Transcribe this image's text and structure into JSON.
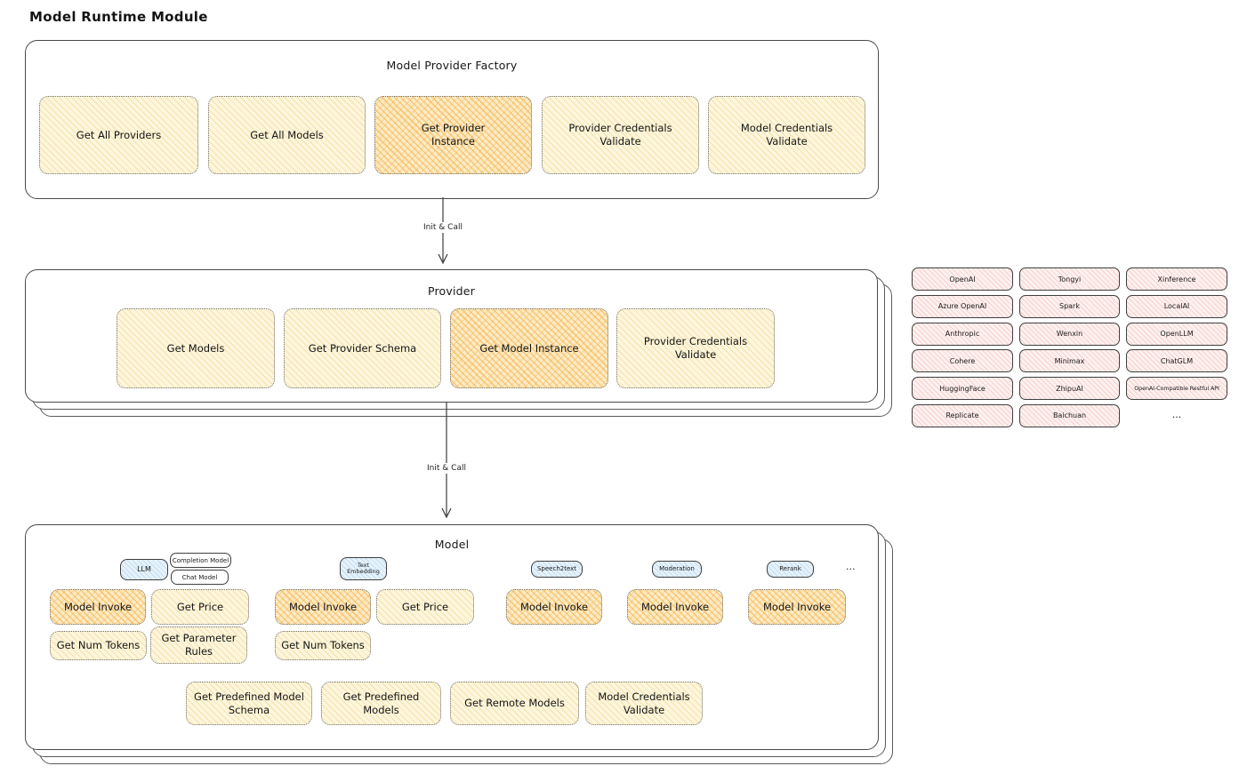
{
  "page": {
    "title": "Model Runtime Module"
  },
  "colors": {
    "node_yellow": "#fdf6dc",
    "node_orange_highlight": "#f9dfa9",
    "provider_pink": "#fdf1f0",
    "tag_blue": "#e6f2fb",
    "outline": "#4a4a4a"
  },
  "factory": {
    "title": "Model Provider Factory",
    "items": [
      {
        "label": "Get All Providers",
        "highlight": false
      },
      {
        "label": "Get All Models",
        "highlight": false
      },
      {
        "label": "Get Provider Instance",
        "highlight": true
      },
      {
        "label": "Provider Credentials Validate",
        "highlight": false
      },
      {
        "label": "Model Credentials Validate",
        "highlight": false
      }
    ]
  },
  "arrows": {
    "factory_to_provider": "Init & Call",
    "provider_to_model": "Init & Call"
  },
  "provider": {
    "title": "Provider",
    "items": [
      {
        "label": "Get Models",
        "highlight": false
      },
      {
        "label": "Get Provider Schema",
        "highlight": false
      },
      {
        "label": "Get Model Instance",
        "highlight": true
      },
      {
        "label": "Provider Credentials Validate",
        "highlight": false
      }
    ]
  },
  "providers": {
    "grid": [
      [
        "OpenAI",
        "Tongyi",
        "Xinference"
      ],
      [
        "Azure OpenAI",
        "Spark",
        "LocalAI"
      ],
      [
        "Anthropic",
        "Wenxin",
        "OpenLLM"
      ],
      [
        "Cohere",
        "Minimax",
        "ChatGLM"
      ],
      [
        "HuggingFace",
        "ZhipuAI",
        "OpenAI-Compatible Restful API"
      ],
      [
        "Replicate",
        "Baichuan",
        "..."
      ]
    ]
  },
  "model": {
    "title": "Model",
    "tags": {
      "llm": "LLM",
      "completion": "Completion Model",
      "chat": "Chat Model",
      "embedding": "Text Embedding",
      "speech": "Speech2text",
      "moderation": "Moderation",
      "rerank": "Rerank",
      "more": "..."
    },
    "boxes": {
      "llm_invoke": "Model Invoke",
      "llm_price": "Get Price",
      "llm_tokens": "Get Num Tokens",
      "llm_rules": "Get Parameter Rules",
      "emb_invoke": "Model Invoke",
      "emb_price": "Get Price",
      "emb_tokens": "Get Num Tokens",
      "speech_invoke": "Model Invoke",
      "moderation_invoke": "Model Invoke",
      "rerank_invoke": "Model Invoke",
      "predefined_schema": "Get Predefined Model Schema",
      "predefined_models": "Get Predefined Models",
      "remote_models": "Get Remote Models",
      "credentials_validate": "Model Credentials Validate"
    }
  }
}
